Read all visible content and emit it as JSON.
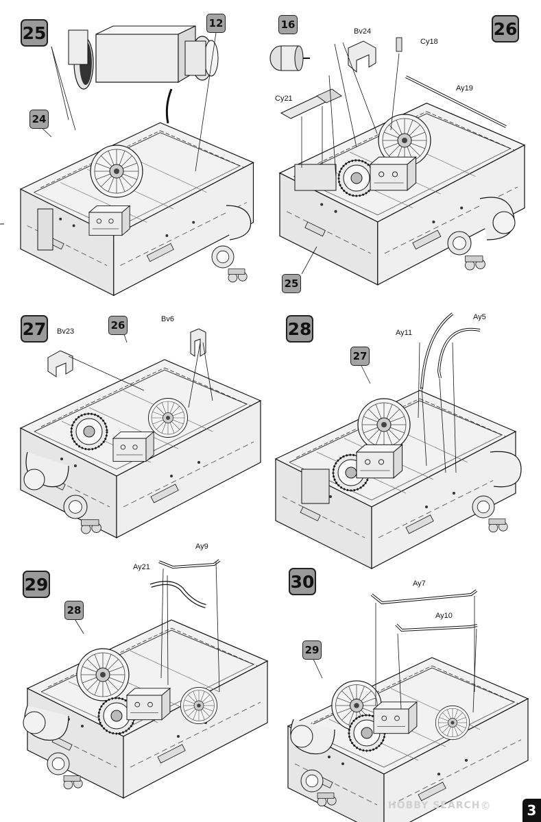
{
  "steps": [
    {
      "number": "25",
      "refs": [
        "24",
        "12"
      ],
      "parts": []
    },
    {
      "number": "26",
      "refs": [
        "16",
        "25"
      ],
      "parts": [
        "Bv24",
        "Cy18",
        "Cy21",
        "Ay19"
      ]
    },
    {
      "number": "27",
      "refs": [
        "26"
      ],
      "parts": [
        "Bv23",
        "Bv6"
      ]
    },
    {
      "number": "28",
      "refs": [
        "27"
      ],
      "parts": [
        "Ay11",
        "Ay5"
      ]
    },
    {
      "number": "29",
      "refs": [
        "28"
      ],
      "parts": [
        "Ay9",
        "Ay21"
      ]
    },
    {
      "number": "30",
      "refs": [
        "29"
      ],
      "parts": [
        "Ay7",
        "Ay10"
      ]
    }
  ],
  "watermark": {
    "text": "HOBBY SEARCH",
    "mark": "Ⓒ"
  },
  "page_number": "3"
}
